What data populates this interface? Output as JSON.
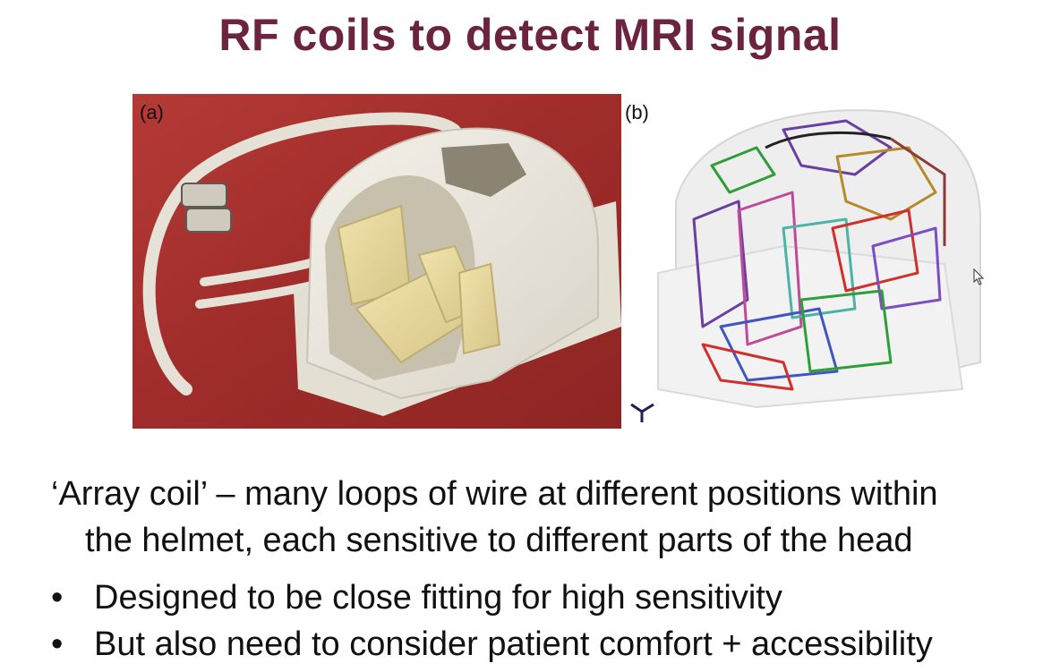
{
  "slide": {
    "title": "RF coils to detect MRI signal",
    "figure": {
      "panel_a_label": "(a)",
      "panel_b_label": "(b)"
    },
    "paragraph_line1": "‘Array coil’ – many loops of wire at different positions within",
    "paragraph_line2": "the helmet, each sensitive to different parts of the head",
    "bullets": [
      "Designed to be close fitting for high sensitivity",
      "But also need to consider patient comfort + accessibility"
    ],
    "bullet_glyph": "•"
  },
  "colors": {
    "title": "#6b2340",
    "background_photo": "#a8322f"
  },
  "icons": {
    "cursor": "mouse-pointer-icon",
    "axes": "axes-triad-icon"
  }
}
